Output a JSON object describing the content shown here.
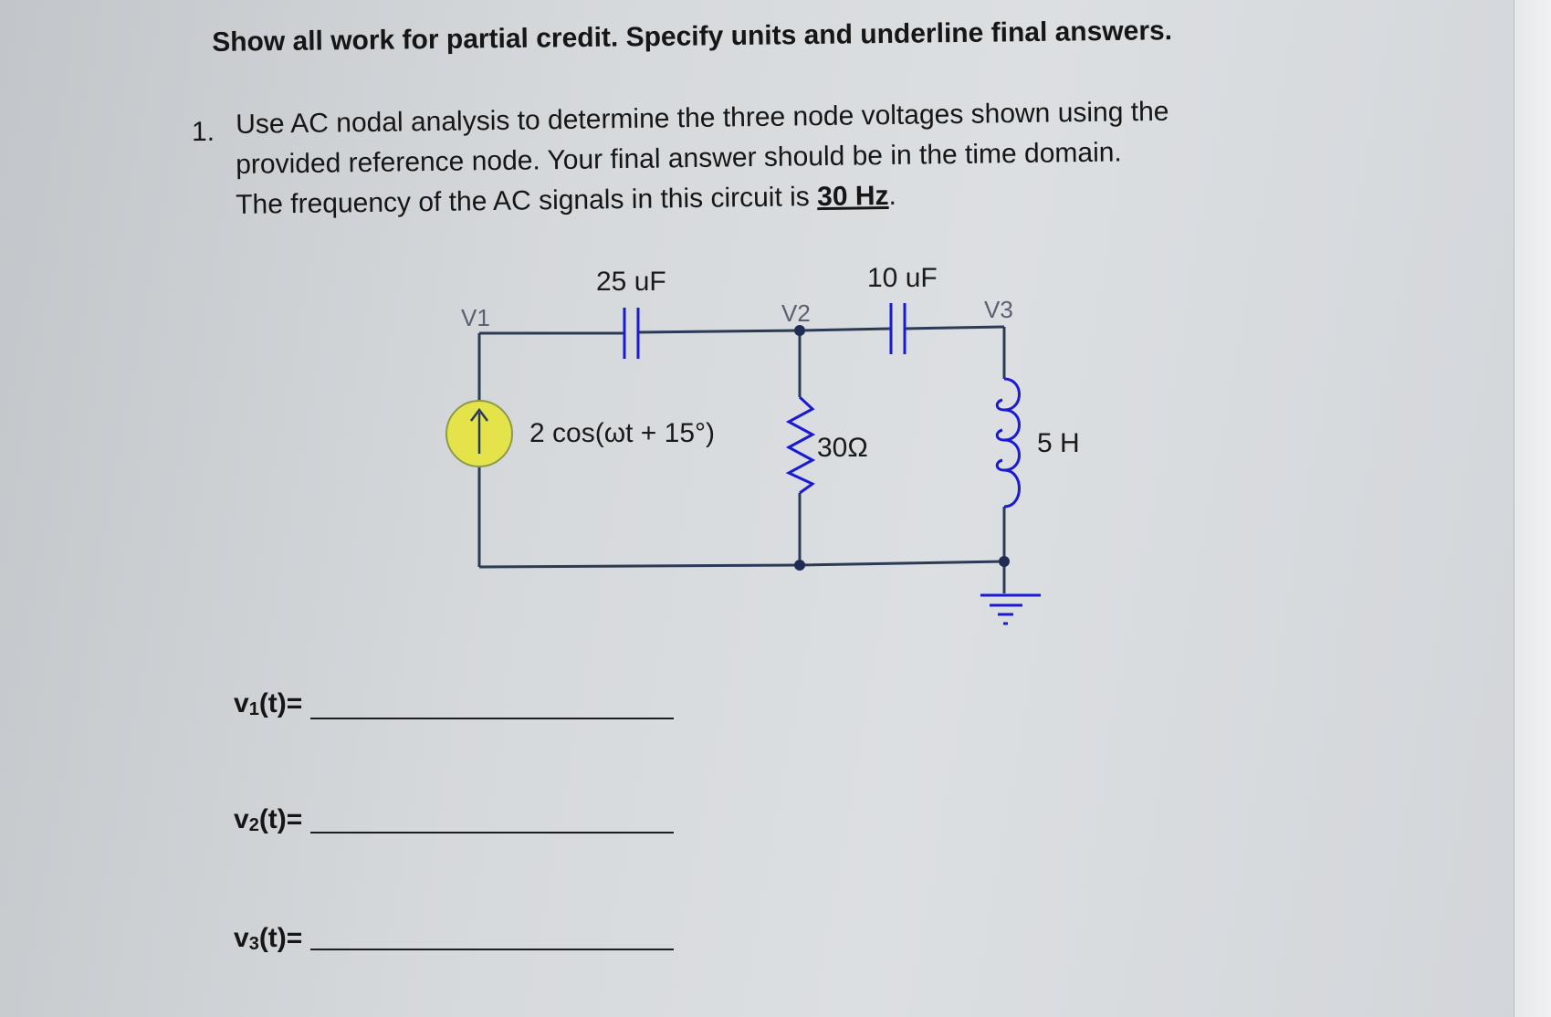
{
  "instructions": "Show all work for partial credit.  Specify units and underline final answers.",
  "question": {
    "number": "1.",
    "line1": "Use AC nodal analysis to determine the three node voltages shown using the",
    "line2": "provided reference node.  Your final answer should be in the time domain.",
    "line3_prefix": "The frequency of the AC signals in this circuit is ",
    "frequency": "30 Hz",
    "line3_suffix": "."
  },
  "circuit": {
    "node_labels": [
      "V1",
      "V2",
      "V3"
    ],
    "capacitor_1_label": "25 uF",
    "capacitor_2_label": "10 uF",
    "source_label": "2 cos(ωt + 15°)",
    "resistor_label": "30Ω",
    "inductor_label": "5 H",
    "colors": {
      "wire": "#2b3a55",
      "component": "#1a1ad6",
      "source_fill": "#e4e44a",
      "text": "#1a1a1a"
    }
  },
  "answers": [
    {
      "prefix": "v",
      "sub": "1",
      "suffix": "(t)="
    },
    {
      "prefix": "v",
      "sub": "2",
      "suffix": "(t)="
    },
    {
      "prefix": "v",
      "sub": "3",
      "suffix": "(t)="
    }
  ]
}
